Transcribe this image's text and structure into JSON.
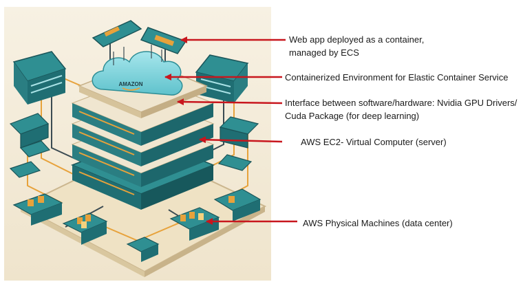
{
  "cloud_logo_text": "AMAZON",
  "colors": {
    "arrow": "#c8161d",
    "teal": "#2f8f92",
    "teal_dark": "#1f6e73",
    "cream": "#f3ead7",
    "orange": "#e7a23b",
    "cloud": "#7fd3dc"
  },
  "annotations": [
    {
      "id": "web-app",
      "lines": [
        "Web app deployed as a container,",
        "managed by ECS"
      ]
    },
    {
      "id": "container-env",
      "lines": [
        "Containerized Environment for Elastic Container Service"
      ]
    },
    {
      "id": "gpu-interface",
      "lines": [
        "Interface between software/hardware: Nvidia GPU Drivers/",
        "Cuda Package (for deep learning)"
      ]
    },
    {
      "id": "ec2",
      "lines": [
        "AWS EC2- Virtual Computer (server)"
      ]
    },
    {
      "id": "physical",
      "lines": [
        "AWS Physical Machines (data center)"
      ]
    }
  ]
}
